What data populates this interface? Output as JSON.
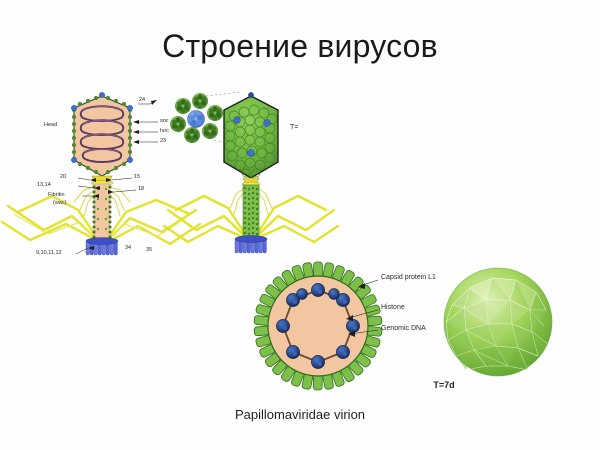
{
  "slide": {
    "title": "Строение вирусов",
    "background_color": "#ffffff"
  },
  "colors": {
    "capsid_green": "#6cb33f",
    "capsid_green_light": "#8fd14f",
    "head_fill": "#f2c6a0",
    "dna_purple": "#5c3a5e",
    "tail_fiber_yellow": "#e3e32a",
    "baseplate_blue": "#4a57c8",
    "vertex_blue": "#3f6fd1",
    "histone_blue": "#1d3f8f",
    "genomic_dna_brown": "#6b4a2f",
    "label_text": "#2b2b2b",
    "title_text": "#1a1a1a"
  },
  "phage_detailed": {
    "name": "bacteriophage-t4-detailed",
    "labels": {
      "head": "Head",
      "gp24": "24",
      "soc": "soc",
      "hoc": "hoc",
      "gp23": "23",
      "gp20": "20",
      "gp13_14": "13,14",
      "fibritin": "Fibritin",
      "fibritin_alt": "(wac)",
      "gp15": "15",
      "gp18": "18",
      "baseplate_genes": "9,10,11,12",
      "gp34": "34",
      "gp35": "35"
    }
  },
  "capsomer_cluster": {
    "name": "capsomer-rosette",
    "hexamer_count": 6,
    "pentamer_count": 1
  },
  "phage_assembled": {
    "name": "bacteriophage-assembled",
    "labels": {
      "triangulation": "T="
    }
  },
  "papillomavirus": {
    "name": "papillomaviridae-virion",
    "caption": "Papillomaviridae virion",
    "labels": {
      "capsid_protein": "Capsid protein L1",
      "histone": "Histone",
      "genomic_dna": "Genomic DNA"
    },
    "capsomer_count": 34,
    "histone_count": 10
  },
  "icosahedral_sphere": {
    "name": "icosahedral-capsid-model",
    "triangulation_label": "T=7d"
  }
}
